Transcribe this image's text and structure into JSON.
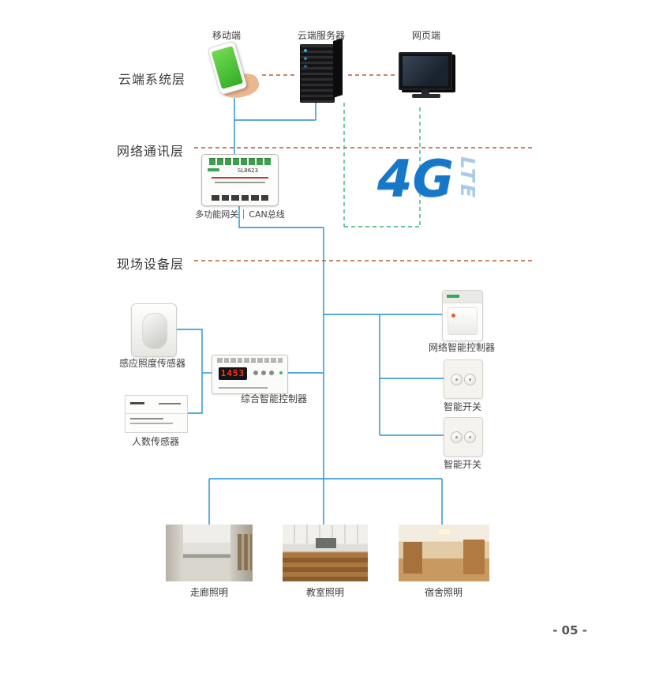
{
  "page_number": "- 05 -",
  "layers": {
    "cloud": "云端系统层",
    "network": "网络通讯层",
    "field": "现场设备层"
  },
  "cloud_layer": {
    "mobile": "移动端",
    "server": "云端服务器",
    "web": "网页端"
  },
  "network_layer": {
    "gateway_device_text": "SL8623",
    "gateway": "多功能网关",
    "can_bus": "CAN总线",
    "g4": "4G",
    "lte": "LTE"
  },
  "field_layer": {
    "illuminance_sensor": "感应照度传感器",
    "people_sensor": "人数传感器",
    "integrated_controller": "综合智能控制器",
    "controller_display": "1453",
    "network_controller": "网络智能控制器",
    "smart_switch_1": "智能开关",
    "smart_switch_2": "智能开关",
    "corridor": "走廊照明",
    "classroom": "教室照明",
    "dormitory": "宿舍照明"
  },
  "colors": {
    "connector_blue": "#2191d0",
    "connector_green": "#3cb878",
    "divider_red": "#b85c38",
    "brand_4g_blue": "#1878c8",
    "lte_light_blue": "#a9cbe8"
  }
}
